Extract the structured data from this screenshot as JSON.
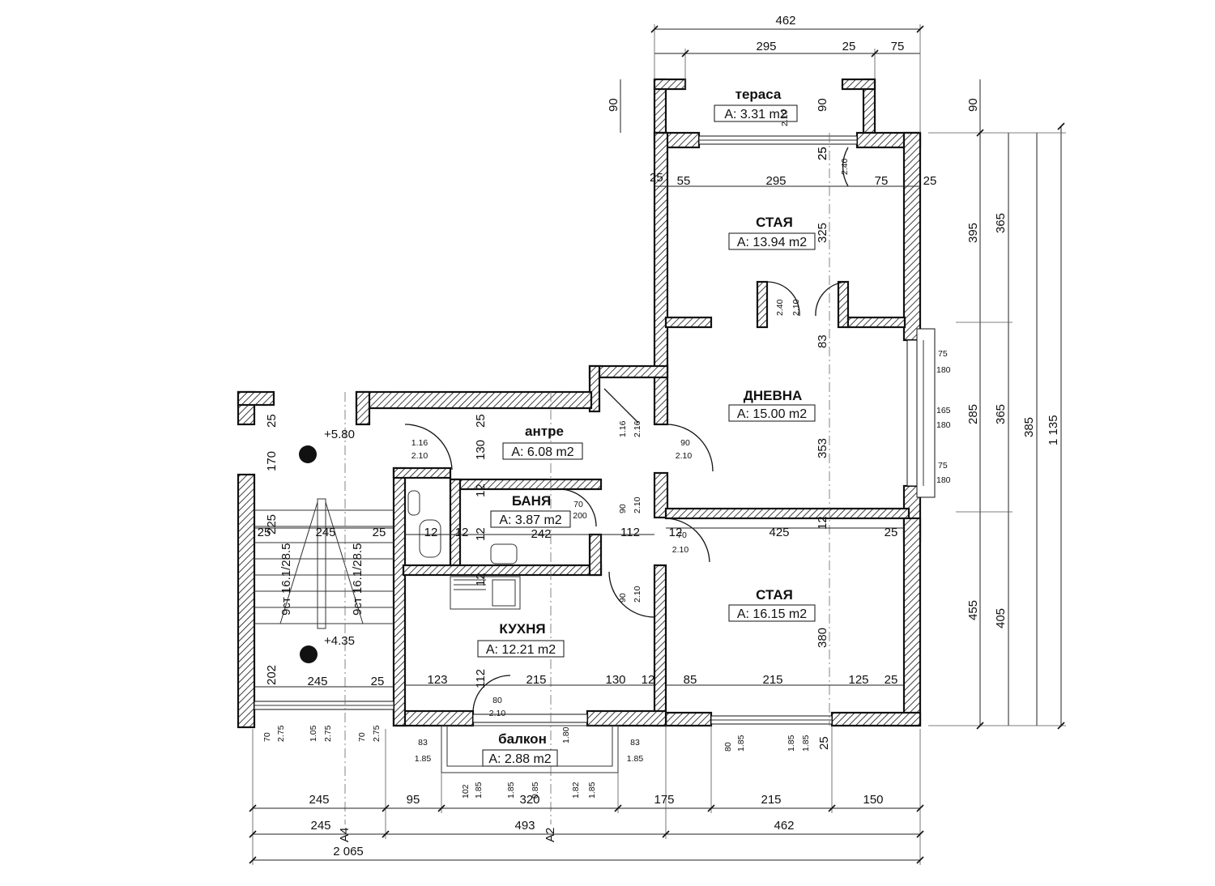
{
  "rooms": {
    "terrace": {
      "name": "тераса",
      "area": "A: 3.31 m2"
    },
    "bedroom1": {
      "name": "СТАЯ",
      "area": "A: 13.94 m2"
    },
    "living": {
      "name": "ДНЕВНА",
      "area": "A: 15.00 m2"
    },
    "hall": {
      "name": "антре",
      "area": "A: 6.08 m2"
    },
    "bath": {
      "name": "БАНЯ",
      "area": "A: 3.87 m2"
    },
    "kitchen": {
      "name": "КУХНЯ",
      "area": "A: 12.21 m2"
    },
    "bedroom2": {
      "name": "СТАЯ",
      "area": "A: 16.15 m2"
    },
    "balcony": {
      "name": "балкон",
      "area": "A: 2.88 m2"
    }
  },
  "levels": {
    "upper": "+5.80",
    "lower": "+4.35"
  },
  "stairs": {
    "left": "9ст 16.1/28.5",
    "right": "9ст 16.1/28.5"
  },
  "axes": {
    "a4": "A4",
    "a2": "A2"
  },
  "dims": {
    "top_total": "462",
    "top_295": "295",
    "top_25": "25",
    "top_75": "75",
    "terrace_90_left": "90",
    "terrace_90_mid": "90",
    "terrace_90_right": "90",
    "r1_25a": "25",
    "r1_55": "55",
    "r1_295": "295",
    "r1_75": "75",
    "r1_25b": "25",
    "r1_25_v": "25",
    "r1_325": "325",
    "r_395": "395",
    "r_365a": "365",
    "r_285": "285",
    "r_365b": "365",
    "r_385": "385",
    "r_1135": "1 135",
    "r_455": "455",
    "r_405": "405",
    "win_75a": "75",
    "win_180a": "180",
    "win_165": "165",
    "win_180b": "180",
    "win_75b": "75",
    "win_180c": "180",
    "living_83": "83",
    "living_353": "353",
    "st_25": "25",
    "st_170": "170",
    "st_225": "225",
    "st_25a": "25",
    "st_245": "245",
    "st_25b": "25",
    "st_202": "202",
    "st_245b": "245",
    "st_25c": "25",
    "hall_25": "25",
    "hall_130": "130",
    "hall_12a": "12",
    "hall_12b": "12",
    "hall_12c": "12",
    "bath_12": "12",
    "bath_242": "242",
    "hall_112": "112",
    "hall_12d": "12",
    "k_12": "12",
    "r2_425": "425",
    "r2_12": "12",
    "r2_25": "25",
    "r2_380": "380",
    "k_123": "123",
    "k_215": "215",
    "k_130": "130",
    "k_12b": "12",
    "k_112": "112",
    "r2_85": "85",
    "r2_215": "215",
    "r2_125": "125",
    "r2_25b": "25",
    "b1_245": "245",
    "b1_95": "95",
    "b1_320": "320",
    "b1_175": "175",
    "b1_215": "215",
    "b1_150": "150",
    "b2_245": "245",
    "b2_493": "493",
    "b2_462": "462",
    "b3_total": "2 065",
    "bal_83a": "83",
    "bal_185a": "1.85",
    "bal_83b": "83",
    "bal_185b": "1.85",
    "bal_180": "1.80",
    "bal_102": "102",
    "bal_185c": "1.85",
    "bal_85": "0.85",
    "bal_185d": "1.85",
    "bal_182": "1.82",
    "bal_185e": "1.85",
    "w_80": "80",
    "w_185a": "1.85",
    "w_185b": "1.85",
    "w_185c": "1.85",
    "w_25": "25",
    "sw_70a": "70",
    "sw_275a": "2.75",
    "sw_105": "1.05",
    "sw_275b": "2.75",
    "sw_70b": "70",
    "sw_275c": "2.75"
  },
  "openings": {
    "d_terrace": "2.40",
    "d_terrace_h": "2.10",
    "d_terrace_w": "25",
    "d_room1_w": "2.40",
    "d_room1_h": "2.10",
    "d_entry_w": "1.16",
    "d_entry_h": "2.10",
    "d_closet_w": "1.16",
    "d_closet_h": "2.16",
    "d_living_w": "90",
    "d_living_h": "2.10",
    "d_bath_w": "70",
    "d_bath_h": "200",
    "d_wc_w": "90",
    "d_wc_h": "2.10",
    "d_room2_w": "70",
    "d_room2_h": "2.10",
    "d_kitchen_w": "90",
    "d_kitchen_h": "2.10",
    "d_balcony_w": "80",
    "d_balcony_h": "2.10"
  }
}
